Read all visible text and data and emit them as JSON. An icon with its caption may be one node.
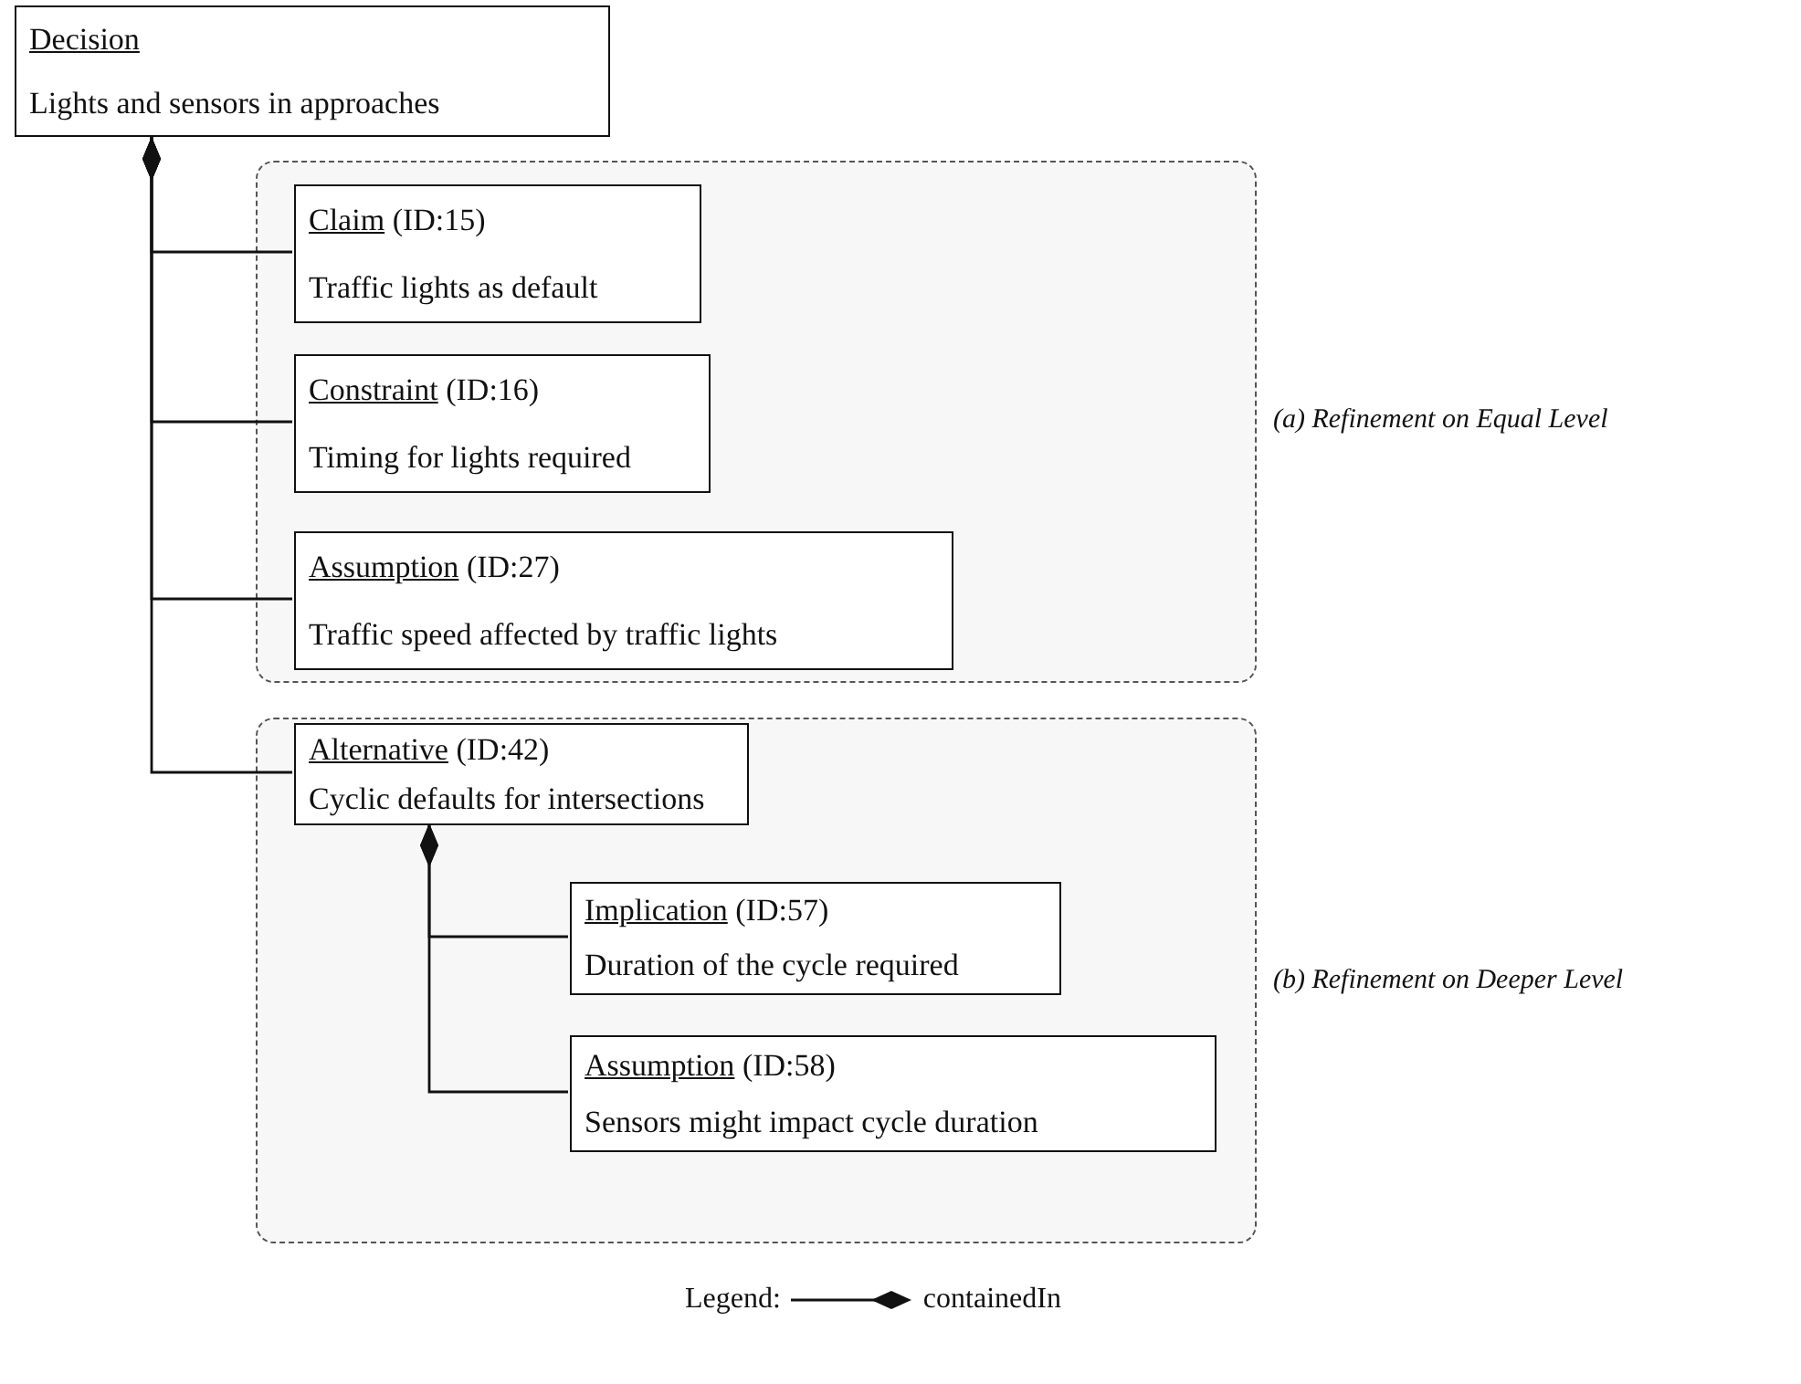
{
  "diagram": {
    "nodes": [
      {
        "text": [
          "Decision",
          "Lights and sensors in approaches"
        ]
      },
      {
        "text": [],
        "shape": "box",
        "beside": [
          "(a) Refinement on Equal Level"
        ]
      },
      {
        "text": [
          "Claim",
          "(ID:15)",
          "Traffic lights as default"
        ],
        "in": 1
      },
      {
        "text": [
          "Constraint",
          "(ID:16)",
          "Timing for lights required"
        ],
        "in": 1
      },
      {
        "text": [
          "Assumption",
          "(ID:27)",
          "Traffic speed affected by traffic lights"
        ],
        "in": 1
      },
      {
        "text": [],
        "shape": "box",
        "beside": [
          "(b) Refinement on Deeper Level"
        ]
      },
      {
        "text": [
          "Alternative",
          "(ID:42)",
          "Cyclic defaults for intersections"
        ],
        "in": 5
      },
      {
        "text": [
          "Implication",
          "(ID:57)",
          "Duration of the cycle required"
        ],
        "in": 5
      },
      {
        "text": [
          "Assumption",
          "(ID:58)",
          "Sensors might impact cycle duration"
        ],
        "in": 5
      }
    ],
    "edges": [
      {
        "from": 2,
        "to": 0,
        "arrow": "other"
      },
      {
        "from": 3,
        "to": 0,
        "arrow": "other"
      },
      {
        "from": 4,
        "to": 0,
        "arrow": "other"
      },
      {
        "from": 6,
        "to": 0,
        "arrow": "other"
      },
      {
        "from": 7,
        "to": 6,
        "arrow": "other"
      },
      {
        "from": 8,
        "to": 6,
        "arrow": "other"
      }
    ],
    "labels": [
      "Legend:"
    ],
    "legend": [
      {
        "text": "containedIn"
      }
    ]
  }
}
